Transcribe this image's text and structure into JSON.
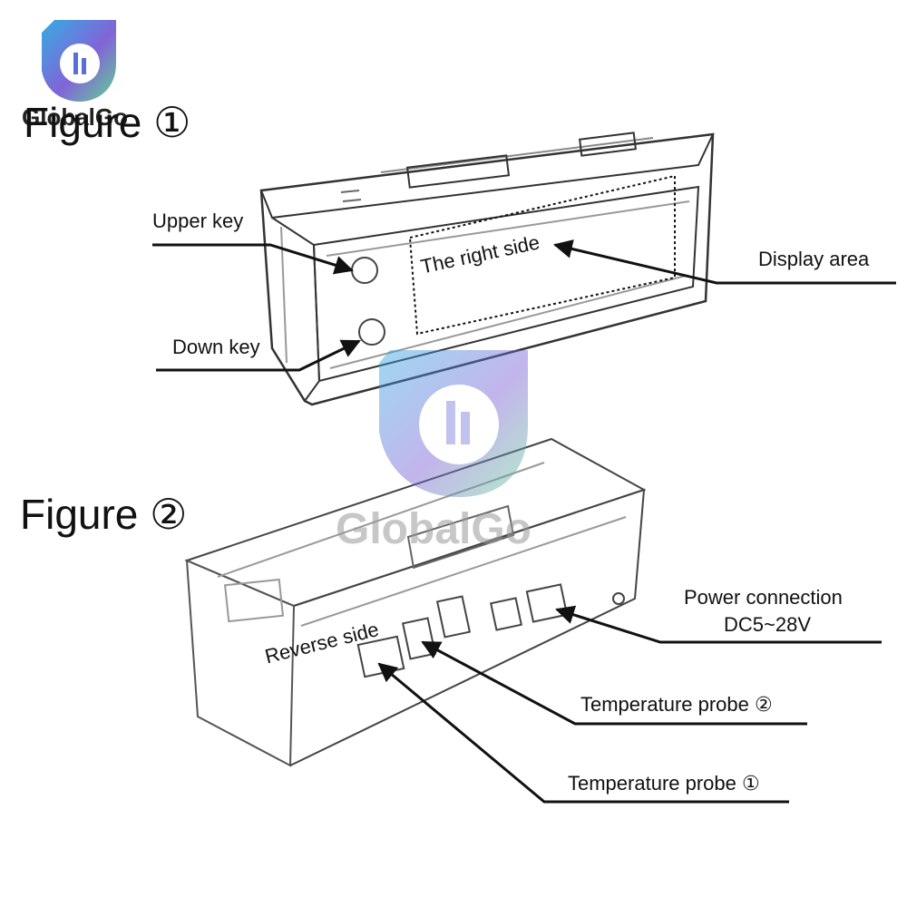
{
  "brand": {
    "logo_text": "GlobalGo",
    "watermark_text": "GlobalGo",
    "logo_colors": [
      "#2aa8e0",
      "#7a5cd6",
      "#5ad08a"
    ]
  },
  "figures": [
    {
      "label": "Figure ①"
    },
    {
      "label": "Figure ②"
    }
  ],
  "figure1": {
    "upper_key": "Upper key",
    "down_key": "Down key",
    "display_area": "Display area",
    "panel_text": "The right side"
  },
  "figure2": {
    "reverse_side": "Reverse side",
    "power_connection": "Power connection",
    "power_voltage": "DC5~28V",
    "probe2": "Temperature probe ②",
    "probe1": "Temperature probe ①"
  }
}
